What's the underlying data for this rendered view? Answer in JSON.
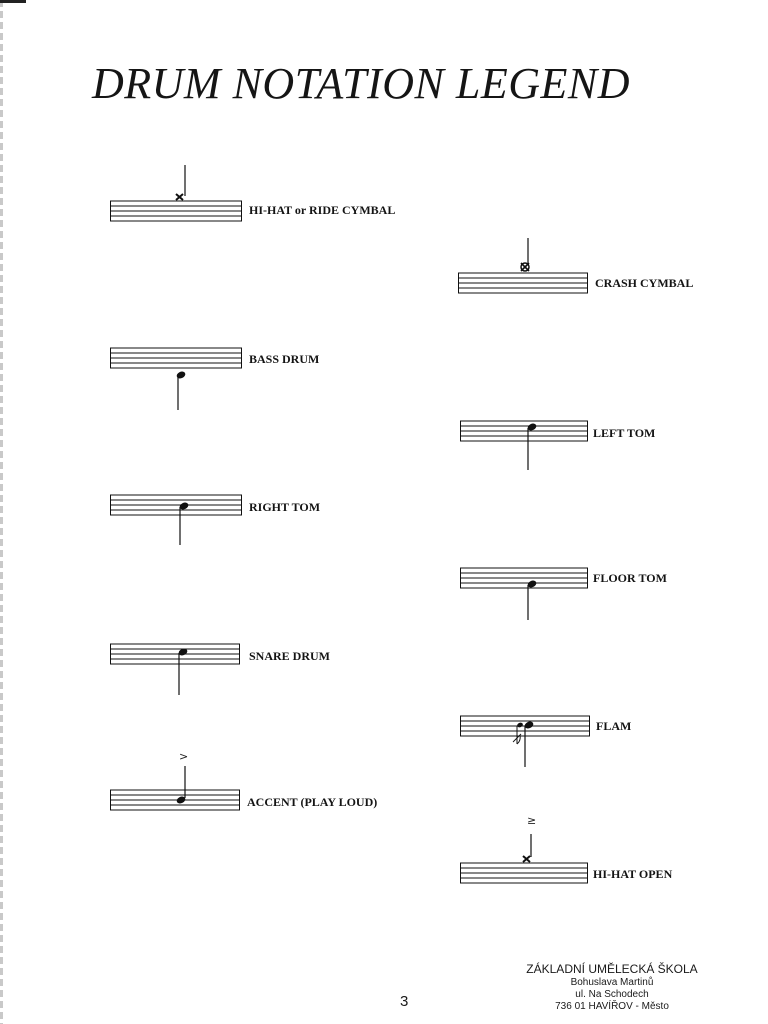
{
  "page": {
    "title": "DRUM NOTATION LEGEND",
    "page_number": "3",
    "colors": {
      "ink": "#111111",
      "paper": "#ffffff"
    }
  },
  "legend": {
    "entries": [
      {
        "id": "hi-hat-ride",
        "label": "HI-HAT or RIDE CYMBAL",
        "notehead": "x-icon",
        "stem": "up"
      },
      {
        "id": "crash",
        "label": "CRASH CYMBAL",
        "notehead": "circled-x-icon",
        "stem": "up"
      },
      {
        "id": "bass-drum",
        "label": "BASS DRUM",
        "notehead": "filled-note-icon",
        "stem": "down"
      },
      {
        "id": "left-tom",
        "label": "LEFT TOM",
        "notehead": "filled-note-icon",
        "stem": "down"
      },
      {
        "id": "right-tom",
        "label": "RIGHT TOM",
        "notehead": "filled-note-icon",
        "stem": "down"
      },
      {
        "id": "floor-tom",
        "label": "FLOOR TOM",
        "notehead": "filled-note-icon",
        "stem": "down"
      },
      {
        "id": "snare",
        "label": "SNARE DRUM",
        "notehead": "filled-note-icon",
        "stem": "down"
      },
      {
        "id": "flam",
        "label": "FLAM",
        "notehead": "grace-note-icon",
        "stem": "down"
      },
      {
        "id": "accent",
        "label": "ACCENT (PLAY LOUD)",
        "notehead": "filled-note-icon",
        "stem": "up",
        "articulation": ">"
      },
      {
        "id": "hi-hat-open",
        "label": "HI-HAT OPEN",
        "notehead": "x-icon",
        "stem": "up",
        "articulation": "≥"
      }
    ]
  },
  "footer": {
    "school_name": "ZÁKLADNÍ UMĚLECKÁ ŠKOLA",
    "school_line2": "Bohuslava Martinů",
    "school_line3": "ul. Na Schodech",
    "school_line4": "736 01  HAVÍŘOV - Město"
  }
}
